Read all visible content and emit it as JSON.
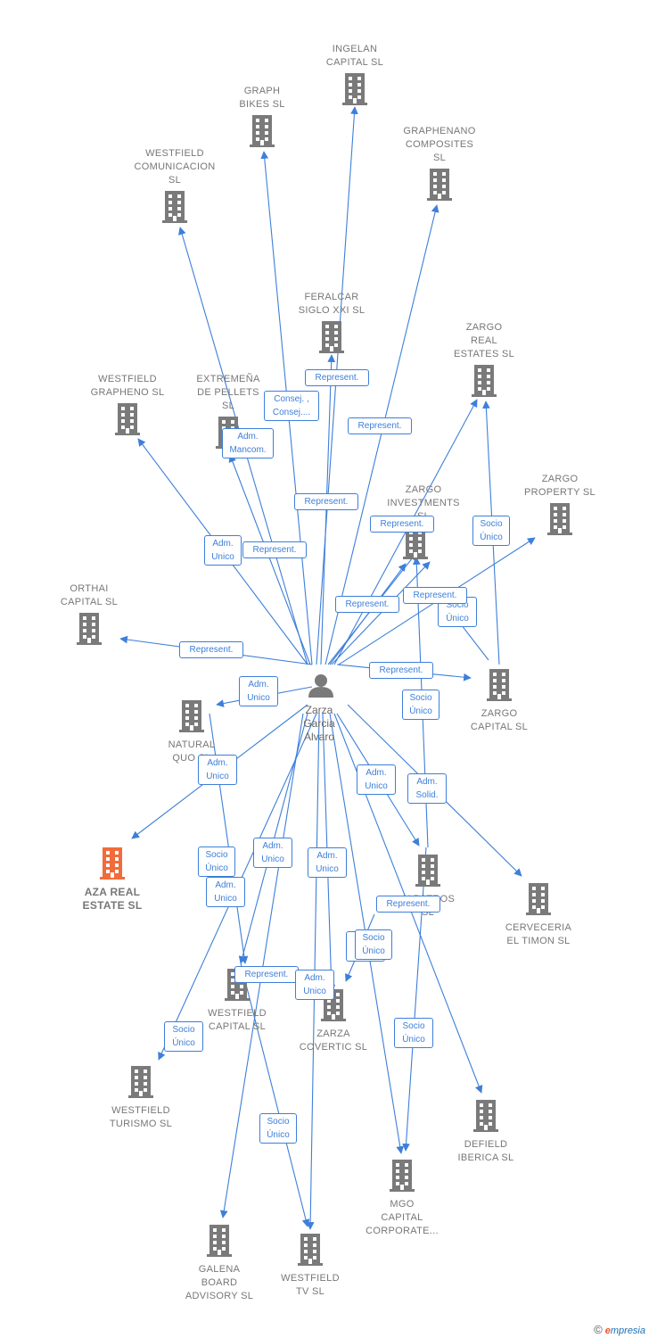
{
  "colors": {
    "edge": "#3d7fd9",
    "building": "#7a7a7a",
    "highlight": "#f26b3a",
    "person": "#7a7a7a"
  },
  "center": {
    "name": "Zarza\nGarcia\nAlvaro",
    "icon": "person-icon"
  },
  "companies": [
    {
      "id": "ingelan",
      "name": "INGELAN\nCAPITAL  SL"
    },
    {
      "id": "graph-bikes",
      "name": "GRAPH\nBIKES  SL"
    },
    {
      "id": "graphenano",
      "name": "GRAPHENANO\nCOMPOSITES\nSL"
    },
    {
      "id": "westfield-comunicacion",
      "name": "WESTFIELD\nCOMUNICACION\nSL"
    },
    {
      "id": "feralcar",
      "name": "FERALCAR\nSIGLO XXI  SL"
    },
    {
      "id": "zargo-real",
      "name": "ZARGO\nREAL\nESTATES  SL"
    },
    {
      "id": "westfield-grapheno",
      "name": "WESTFIELD\nGRAPHENO  SL"
    },
    {
      "id": "extremena",
      "name": "EXTREMEÑA\nDE PELLETS\nSL"
    },
    {
      "id": "zargo-investments",
      "name": "ZARGO\nINVESTMENTS\nSL"
    },
    {
      "id": "zargo-property",
      "name": "ZARGO\nPROPERTY  SL"
    },
    {
      "id": "orthai",
      "name": "ORTHAI\nCAPITAL  SL"
    },
    {
      "id": "zargo-capital",
      "name": "ZARGO\nCAPITAL  SL"
    },
    {
      "id": "natural-quo",
      "name": "NATURAL\nQUO  SL"
    },
    {
      "id": "aza",
      "name": "AZA REAL\nESTATE  SL",
      "highlight": true
    },
    {
      "id": "albatros",
      "name": "ALBATROS\nSL"
    },
    {
      "id": "cerveceria",
      "name": "CERVECERIA\nEL TIMON SL"
    },
    {
      "id": "westfield-capital",
      "name": "WESTFIELD\nCAPITAL  SL"
    },
    {
      "id": "zarza-covertic",
      "name": "ZARZA\nCOVERTIC  SL"
    },
    {
      "id": "westfield-turismo",
      "name": "WESTFIELD\nTURISMO  SL"
    },
    {
      "id": "defield",
      "name": "DEFIELD\nIBERICA  SL"
    },
    {
      "id": "mgo",
      "name": "MGO\nCAPITAL\nCORPORATE..."
    },
    {
      "id": "galena",
      "name": "GALENA\nBOARD\nADVISORY  SL"
    },
    {
      "id": "westfield-tv",
      "name": "WESTFIELD\nTV  SL"
    }
  ],
  "relations": [
    {
      "label": "Represent."
    },
    {
      "label": "Consej. ,\nConsej...."
    },
    {
      "label": "Represent."
    },
    {
      "label": "Adm.\nMancom."
    },
    {
      "label": "Represent."
    },
    {
      "label": "Represent."
    },
    {
      "label": "Adm.\nUnico"
    },
    {
      "label": "Represent."
    },
    {
      "label": "Socio\nÚnico"
    },
    {
      "label": "Represent."
    },
    {
      "label": "Represent."
    },
    {
      "label": "Socio\nÚnico"
    },
    {
      "label": "Represent."
    },
    {
      "label": "Represent."
    },
    {
      "label": "Adm.\nUnico"
    },
    {
      "label": "Socio\nÚnico"
    },
    {
      "label": "Adm.\nUnico"
    },
    {
      "label": "Adm.\nUnico"
    },
    {
      "label": "Adm.\nSolid."
    },
    {
      "label": "Socio\nÚnico"
    },
    {
      "label": "Adm.\nUnico"
    },
    {
      "label": "Adm.\nUnico"
    },
    {
      "label": "Adm.\nUnico"
    },
    {
      "label": "Represent."
    },
    {
      "label": "Adm.\nUnico"
    },
    {
      "label": "Socio\nÚnico"
    },
    {
      "label": "Represent."
    },
    {
      "label": "Adm.\nUnico"
    },
    {
      "label": "Socio\nÚnico"
    },
    {
      "label": "Socio\nÚnico"
    },
    {
      "label": "Socio\nÚnico"
    }
  ],
  "footer": {
    "copyright": "©",
    "brand_initial": "e",
    "brand_rest": "mpresia"
  }
}
